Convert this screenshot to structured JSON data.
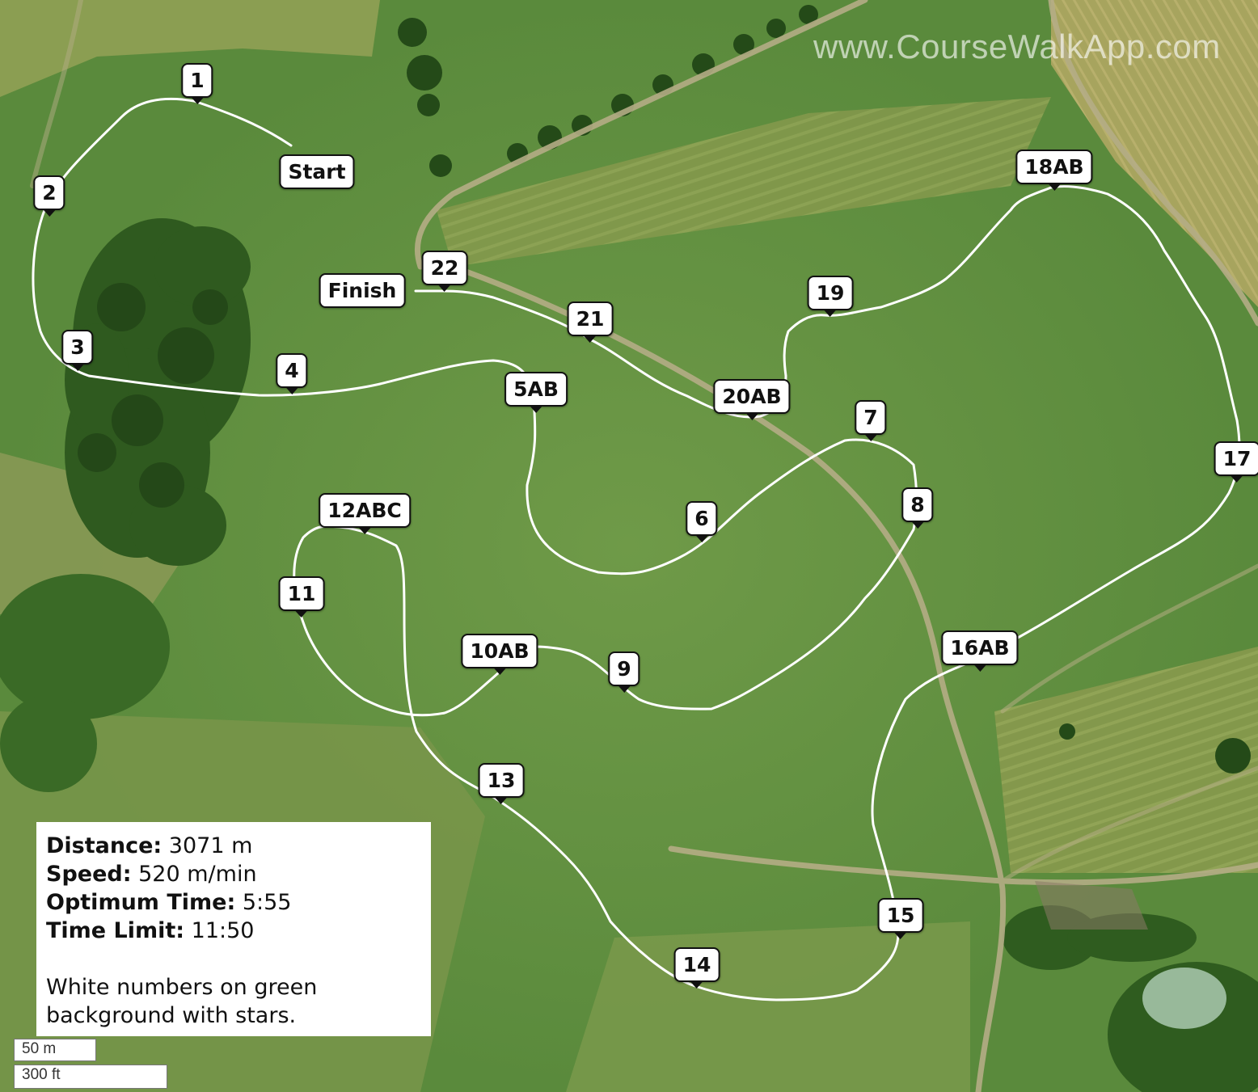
{
  "watermark": "www.CourseWalkApp.com",
  "colors": {
    "route": "#ffffff",
    "marker_border": "#111111",
    "marker_fill": "#ffffff"
  },
  "course": {
    "markers": [
      {
        "label": "1"
      },
      {
        "label": "Start"
      },
      {
        "label": "2"
      },
      {
        "label": "18AB"
      },
      {
        "label": "Finish"
      },
      {
        "label": "22"
      },
      {
        "label": "19"
      },
      {
        "label": "21"
      },
      {
        "label": "3"
      },
      {
        "label": "4"
      },
      {
        "label": "5AB"
      },
      {
        "label": "20AB"
      },
      {
        "label": "7"
      },
      {
        "label": "17"
      },
      {
        "label": "8"
      },
      {
        "label": "12ABC"
      },
      {
        "label": "6"
      },
      {
        "label": "11"
      },
      {
        "label": "16AB"
      },
      {
        "label": "10AB"
      },
      {
        "label": "9"
      },
      {
        "label": "13"
      },
      {
        "label": "15"
      },
      {
        "label": "14"
      }
    ]
  },
  "info": {
    "distance_label": "Distance:",
    "distance_value": "3071 m",
    "speed_label": "Speed:",
    "speed_value": "520 m/min",
    "optimum_label": "Optimum Time:",
    "optimum_value": "5:55",
    "limit_label": "Time Limit:",
    "limit_value": "11:50",
    "note_line1": "White numbers on green",
    "note_line2": "background with stars."
  },
  "scale": {
    "metric": "50 m",
    "imperial": "300 ft"
  }
}
